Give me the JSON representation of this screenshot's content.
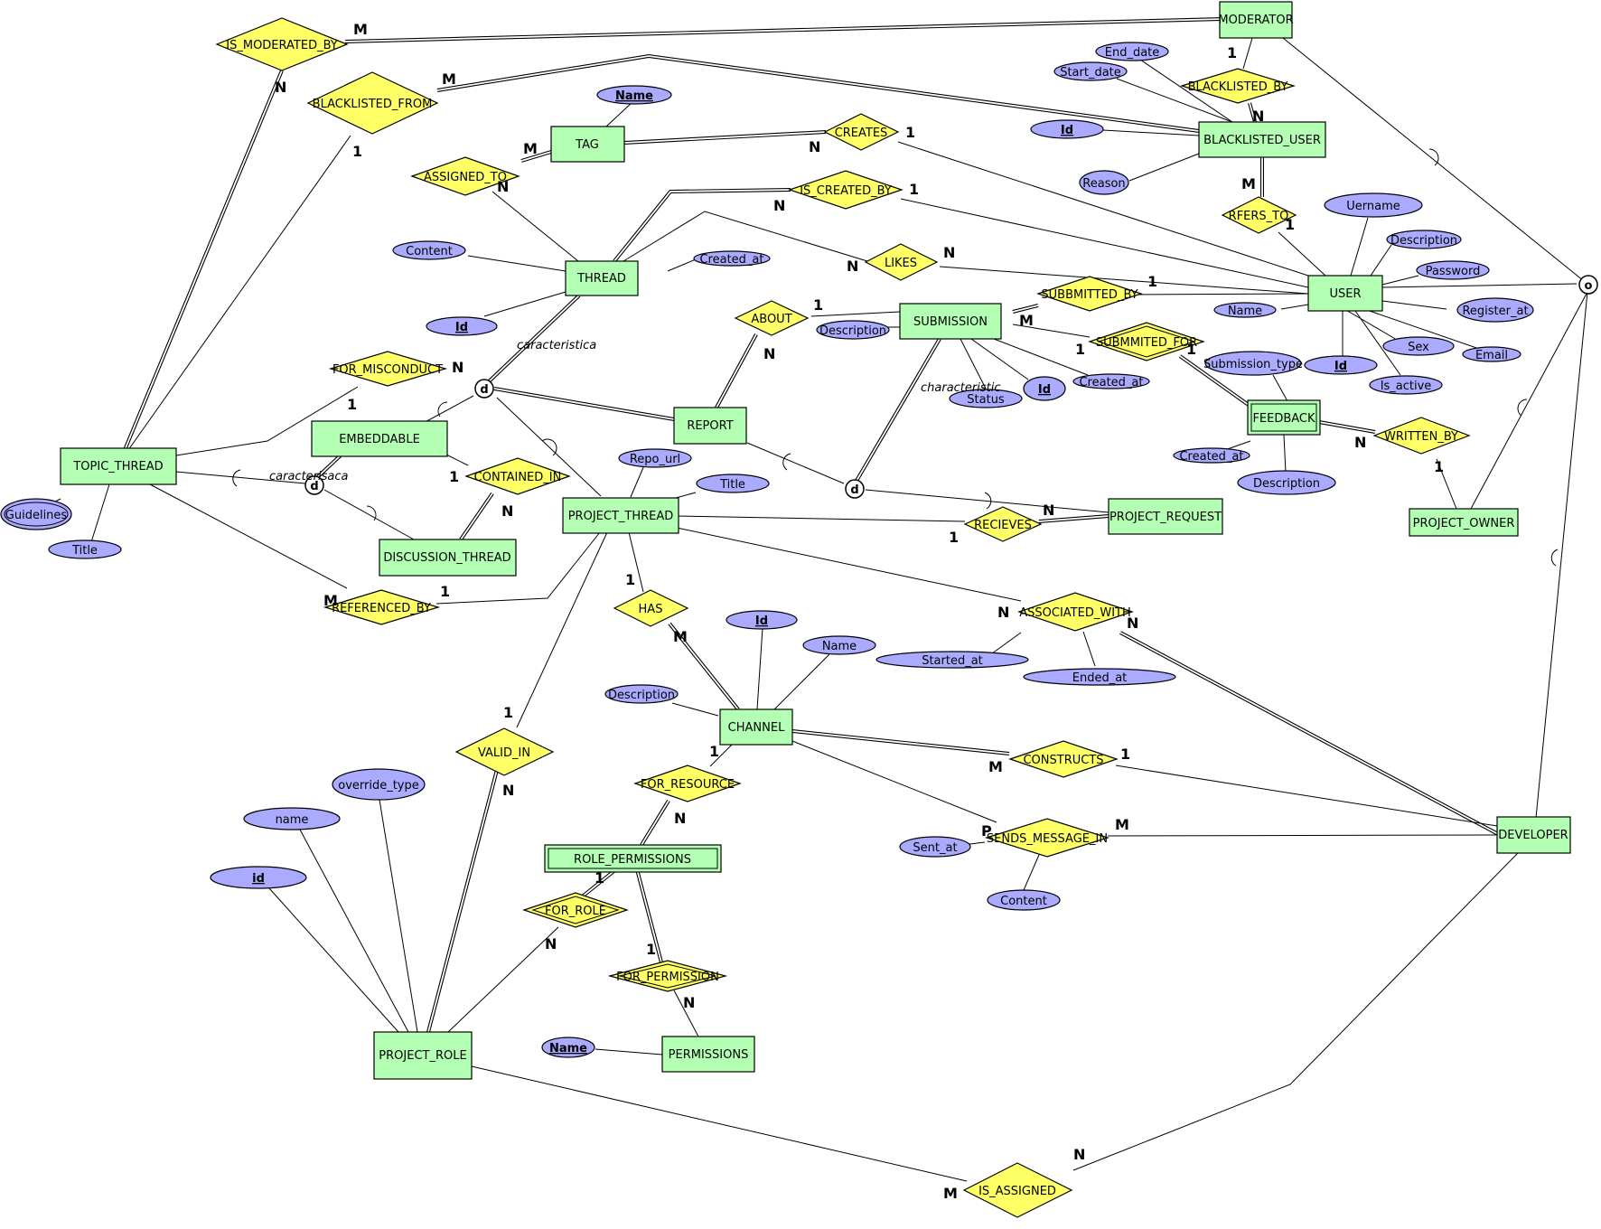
{
  "entities": {
    "moderator": "MODERATOR",
    "blacklisted_user": "BLACKLISTED_USER",
    "tag": "TAG",
    "thread": "THREAD",
    "user": "USER",
    "submission": "SUBMISSION",
    "feedback": "FEEDBACK",
    "topic_thread": "TOPIC_THREAD",
    "embeddable": "EMBEDDABLE",
    "report": "REPORT",
    "project_thread": "PROJECT_THREAD",
    "project_request": "PROJECT_REQUEST",
    "project_owner": "PROJECT_OWNER",
    "discussion_thread": "DISCUSSION_THREAD",
    "channel": "CHANNEL",
    "role_permissions": "ROLE_PERMISSIONS",
    "developer": "DEVELOPER",
    "project_role": "PROJECT_ROLE",
    "permissions": "PERMISSIONS"
  },
  "relationships": {
    "is_moderated_by": "IS_MODERATED_BY",
    "blacklisted_from": "BLACKLISTED_FROM",
    "blacklisted_by": "BLACKLISTED_BY",
    "creates": "CREATES",
    "assigned_to": "ASSIGNED_TO",
    "is_created_by": "IS_CREATED_BY",
    "rfers_to": "RFERS_TO",
    "likes": "LIKES",
    "about": "ABOUT",
    "subbmitted_by": "SUBBMITTED_BY",
    "submmited_for": "SUBMMITED_FOR",
    "for_misconduct": "FOR_MISCONDUCT",
    "written_by": "WRITTEN_BY",
    "contained_in": "CONTAINED_IN",
    "recieves": "RECIEVES",
    "referenced_by": "REFERENCED_BY",
    "has": "HAS",
    "associated_with": "ASSOCIATED_WITH",
    "valid_in": "VALID_IN",
    "constructs": "CONSTRUCTS",
    "for_resource": "FOR_RESOURCE",
    "sends_message_in": "SENDS_MESSAGE_IN",
    "for_role": "FOR_ROLE",
    "for_permission": "FOR_PERMISSION",
    "is_assigned": "IS_ASSIGNED"
  },
  "attributes": {
    "tag_name": "Name",
    "end_date": "End_date",
    "start_date": "Start_date",
    "bl_id": "Id",
    "reason": "Reason",
    "content": "Content",
    "thread_created_at": "Created_at",
    "thread_id": "Id",
    "uername": "Uername",
    "user_description": "Description",
    "password": "Password",
    "user_name": "Name",
    "register_at": "Register_at",
    "sex": "Sex",
    "email": "Email",
    "user_id": "Id",
    "is_active": "Is_active",
    "submission_description": "Description",
    "submission_type": "Submission_type",
    "status": "Status",
    "submission_id": "Id",
    "submission_created_at": "Created_at",
    "feedback_created_at": "Created_at",
    "feedback_description": "Description",
    "repo_url": "Repo_url",
    "project_title": "Title",
    "guidelines": "Guidelines",
    "topic_title": "Title",
    "channel_id": "Id",
    "channel_name": "Name",
    "channel_description": "Description",
    "started_at": "Started_at",
    "ended_at": "Ended_at",
    "sent_at": "Sent_at",
    "message_content": "Content",
    "override_type": "override_type",
    "role_name": "name",
    "role_id": "id",
    "permission_name": "Name"
  },
  "specialization_notes": {
    "thread_spec": "caracteristica",
    "submission_spec": "characteristic",
    "embeddable_spec": "caracterisaca"
  },
  "disjoint_marks": {
    "d1": "d",
    "d2": "d",
    "d3": "d",
    "o1": "o"
  },
  "cardinalities": {
    "c_ismod_m": "M",
    "c_ismod_n": "N",
    "c_blfrom_m": "M",
    "c_blfrom_1": "1",
    "c_blby_1": "1",
    "c_blby_n": "N",
    "c_tag_m": "M",
    "c_creates_1": "1",
    "c_creates_n": "N",
    "c_assigned_n": "N",
    "c_iscreated_1": "1",
    "c_iscreated_n": "N",
    "c_rfers_m": "M",
    "c_rfers_1": "1",
    "c_likes_n1": "N",
    "c_likes_n2": "N",
    "c_user_1": "1",
    "c_about_1": "1",
    "c_about_n": "N",
    "c_subm_m": "M",
    "c_submfor_1a": "1",
    "c_submfor_1b": "1",
    "c_misc_n": "N",
    "c_misc_1": "1",
    "c_written_n": "N",
    "c_written_1": "1",
    "c_contained_1": "1",
    "c_contained_n": "N",
    "c_recieves_n": "N",
    "c_recieves_1": "1",
    "c_ref_m": "M",
    "c_ref_1": "1",
    "c_has_1": "1",
    "c_has_m": "M",
    "c_assoc_n1": "N",
    "c_assoc_n2": "N",
    "c_valid_1": "1",
    "c_valid_n": "N",
    "c_constructs_m": "M",
    "c_constructs_1": "1",
    "c_forres_1": "1",
    "c_forres_n": "N",
    "c_sends_p": "P",
    "c_sends_m": "M",
    "c_forrole_1": "1",
    "c_forrole_n": "N",
    "c_forperm_1": "1",
    "c_forperm_n": "N",
    "c_isassigned_n": "N",
    "c_isassigned_m": "M"
  },
  "colors": {
    "entity_fill": "#b3ffb3",
    "relationship_fill": "#ffff66",
    "attribute_fill": "#aaaaff"
  }
}
